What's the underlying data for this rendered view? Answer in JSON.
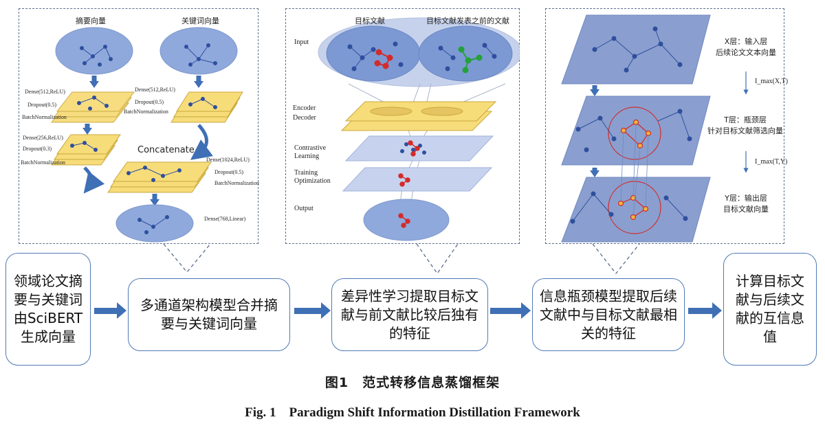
{
  "panel_left": {
    "abstract_vector": "摘要向量",
    "keyword_vector": "关键词向量",
    "layer_a1": "Dense(512,ReLU)",
    "layer_a2": "Dropout(0.5)",
    "layer_a3": "BatchNormalization",
    "layer_b1": "Dense(512,ReLU)",
    "layer_b2": "Dropout(0.5)",
    "layer_b3": "BatchNormalization",
    "layer_c1": "Dense(256,ReLU)",
    "layer_c2": "Dropout(0.3)",
    "layer_c3": "BatchNormalization",
    "concatenate": "Concatenate",
    "layer_d1": "Dense(1024,ReLU)",
    "layer_d2": "Dropout(0.5)",
    "layer_d3": "BatchNormalization",
    "layer_e1": "Dense(768,Linear)"
  },
  "panel_middle": {
    "target_doc": "目标文献",
    "prior_doc": "目标文献发表之前的文献",
    "input": "Input",
    "encoder": "Encoder",
    "decoder": "Decoder",
    "contrastive": "Contrastive",
    "learning": "Learning",
    "training": "Training",
    "optimization": "Optimization",
    "output": "Output"
  },
  "panel_right": {
    "x_layer_line1": "X层：输入层",
    "x_layer_line2": "后续论文文本向量",
    "i_max_xt": "I_max(X,T)",
    "t_layer_line1": "T层：瓶颈层",
    "t_layer_line2": "针对目标文献筛选向量",
    "i_max_ty": "I_max(T,Y)",
    "y_layer_line1": "Y层：输出层",
    "y_layer_line2": "目标文献向量"
  },
  "steps": {
    "s1": "领域论文摘要与关键词由SciBERT生成向量",
    "s2": "多通道架构模型合并摘要与关键词向量",
    "s3": "差异性学习提取目标文献与前文献比较后独有的特征",
    "s4": "信息瓶颈模型提取后续文献中与目标文献最相关的特征",
    "s5": "计算目标文献与后续文献的互信息值"
  },
  "caption": {
    "cn": "图1　范式转移信息蒸馏框架",
    "en": "Fig. 1　Paradigm Shift Information Distillation Framework"
  },
  "colors": {
    "ellipse_fill": "#8fa9dc",
    "layer_yellow": "#f7dc7a",
    "plane_blue": "#8a9fcf",
    "arrow_blue": "#3f6fb5",
    "node_blue": "#2f4f9e",
    "highlight_red": "#d42b2b",
    "highlight_green": "#25a03a",
    "node_orange": "#f2b33a"
  }
}
